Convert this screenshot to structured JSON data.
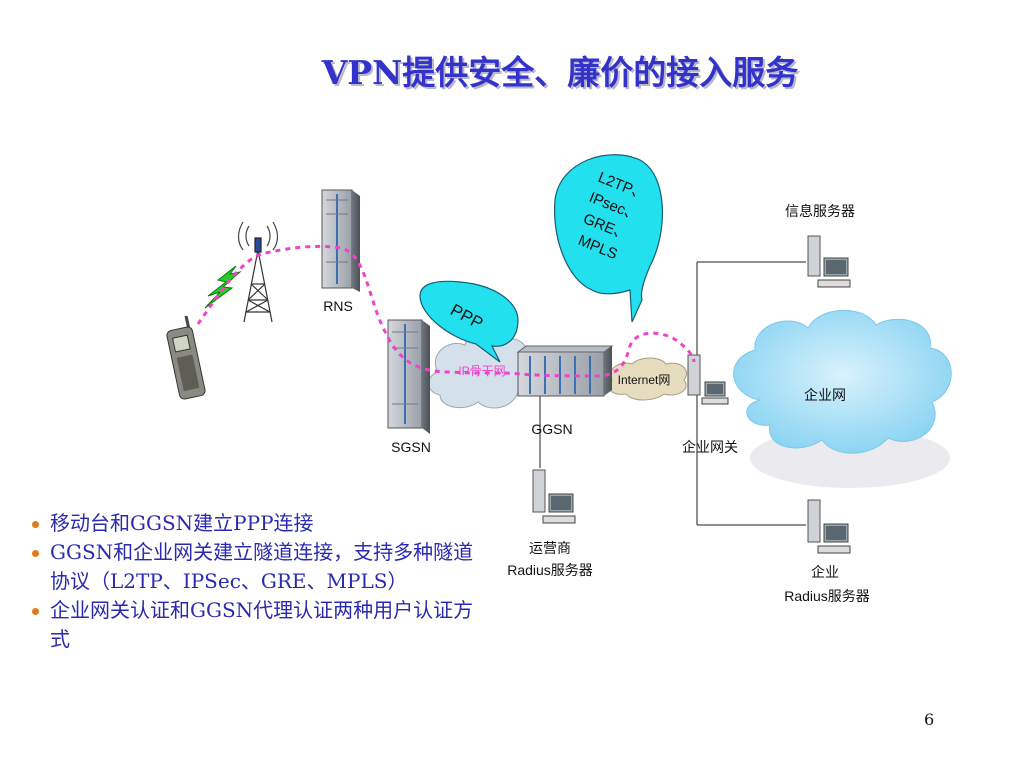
{
  "slide": {
    "title": "VPN提供安全、廉价的接入服务",
    "page_number": "6"
  },
  "diagram": {
    "nodes": {
      "rns": "RNS",
      "sgsn": "SGSN",
      "ggsn": "GGSN",
      "gateway": "企业网关",
      "internet": "Internet网",
      "backbone": "IP骨干网",
      "enterprise_net": "企业网",
      "info_server": "信息服务器",
      "operator_radius_line1": "运营商",
      "operator_radius_line2": "Radius服务器",
      "enterprise_radius_line1": "企业",
      "enterprise_radius_line2": "Radius服务器"
    },
    "callouts": {
      "ppp": "PPP",
      "tunnel_lines": [
        "L2TP、",
        "IPsec、",
        "GRE、",
        "MPLS"
      ]
    },
    "icons": [
      "mobile-phone-icon",
      "cell-tower-icon",
      "lightning-icon",
      "rack-server-icon",
      "desktop-computer-icon",
      "cloud-icon"
    ],
    "colors": {
      "path": "#ee44cc",
      "callout_fill": "#22e0ee",
      "enterprise_cloud": "#8ed8f4",
      "backbone_cloud": "#d8e4ec",
      "internet_cloud": "#e6dcbe"
    }
  },
  "bullets": [
    "移动台和GGSN建立PPP连接",
    "GGSN和企业网关建立隧道连接，支持多种隧道协议（L2TP、IPSec、GRE、MPLS）",
    "企业网关认证和GGSN代理认证两种用户认证方式"
  ],
  "colors": {
    "title": "#3333cc",
    "bullet_text": "#2a2ab0",
    "bullet_dot": "#e07b1a"
  }
}
